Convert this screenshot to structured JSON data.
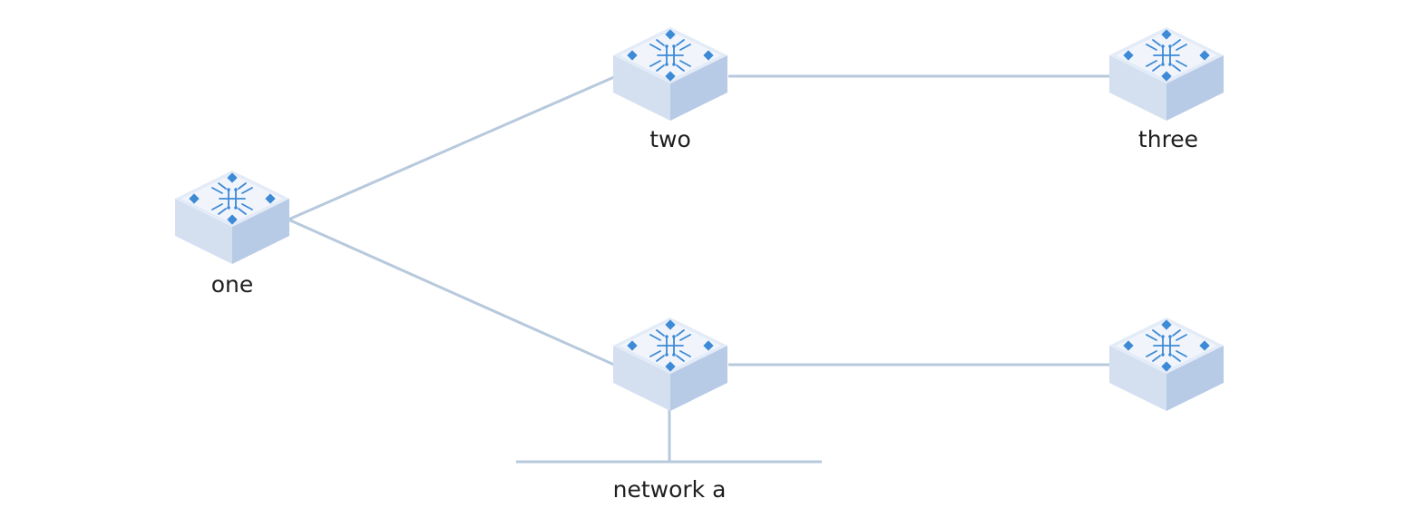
{
  "colors": {
    "link": "#b7c9dc",
    "device_top": "#f1f5fb",
    "device_left": "#d4e0f0",
    "device_right": "#b7cbe6",
    "device_accent": "#3d8ad6",
    "label_text": "#1f1f1f"
  },
  "nodes": [
    {
      "id": "one",
      "label": "one",
      "icon": "switch-icon"
    },
    {
      "id": "two",
      "label": "two",
      "icon": "switch-icon"
    },
    {
      "id": "three",
      "label": "three",
      "icon": "switch-icon"
    },
    {
      "id": "four",
      "label": "",
      "icon": "switch-icon"
    },
    {
      "id": "five",
      "label": "",
      "icon": "switch-icon"
    }
  ],
  "links": [
    {
      "from": "one",
      "to": "two"
    },
    {
      "from": "one",
      "to": "four"
    },
    {
      "from": "two",
      "to": "three"
    },
    {
      "from": "four",
      "to": "five"
    },
    {
      "from": "four",
      "to": "network-a"
    }
  ],
  "networks": [
    {
      "id": "network-a",
      "label": "network a"
    }
  ]
}
